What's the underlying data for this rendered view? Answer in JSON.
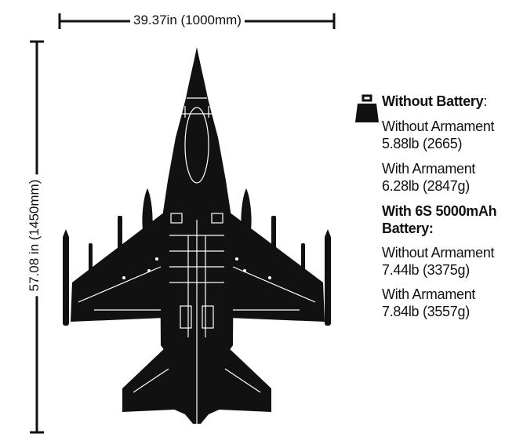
{
  "dimensions": {
    "wingspan": "39.37in (1000mm)",
    "length": "57.08 in (1450mm)"
  },
  "weights": {
    "heading_without_battery": "Without Battery",
    "heading_colon": ":",
    "without_armament_label": "Without Armament",
    "without_armament_value": "5.88lb (2665)",
    "with_armament_label": "With Armament",
    "with_armament_value": "6.28lb (2847g)",
    "heading_with_battery_line1": "With 6S 5000mAh",
    "heading_with_battery_line2": "Battery:",
    "battery_without_armament_label": "Without Armament",
    "battery_without_armament_value": "7.44lb (3375g)",
    "battery_with_armament_label": "With Armament",
    "battery_with_armament_value": "7.84lb (3557g)"
  },
  "icons": {
    "weight": "weight-icon",
    "aircraft": "jet-aircraft-top-view"
  },
  "colors": {
    "silhouette": "#111111",
    "background": "#ffffff"
  }
}
